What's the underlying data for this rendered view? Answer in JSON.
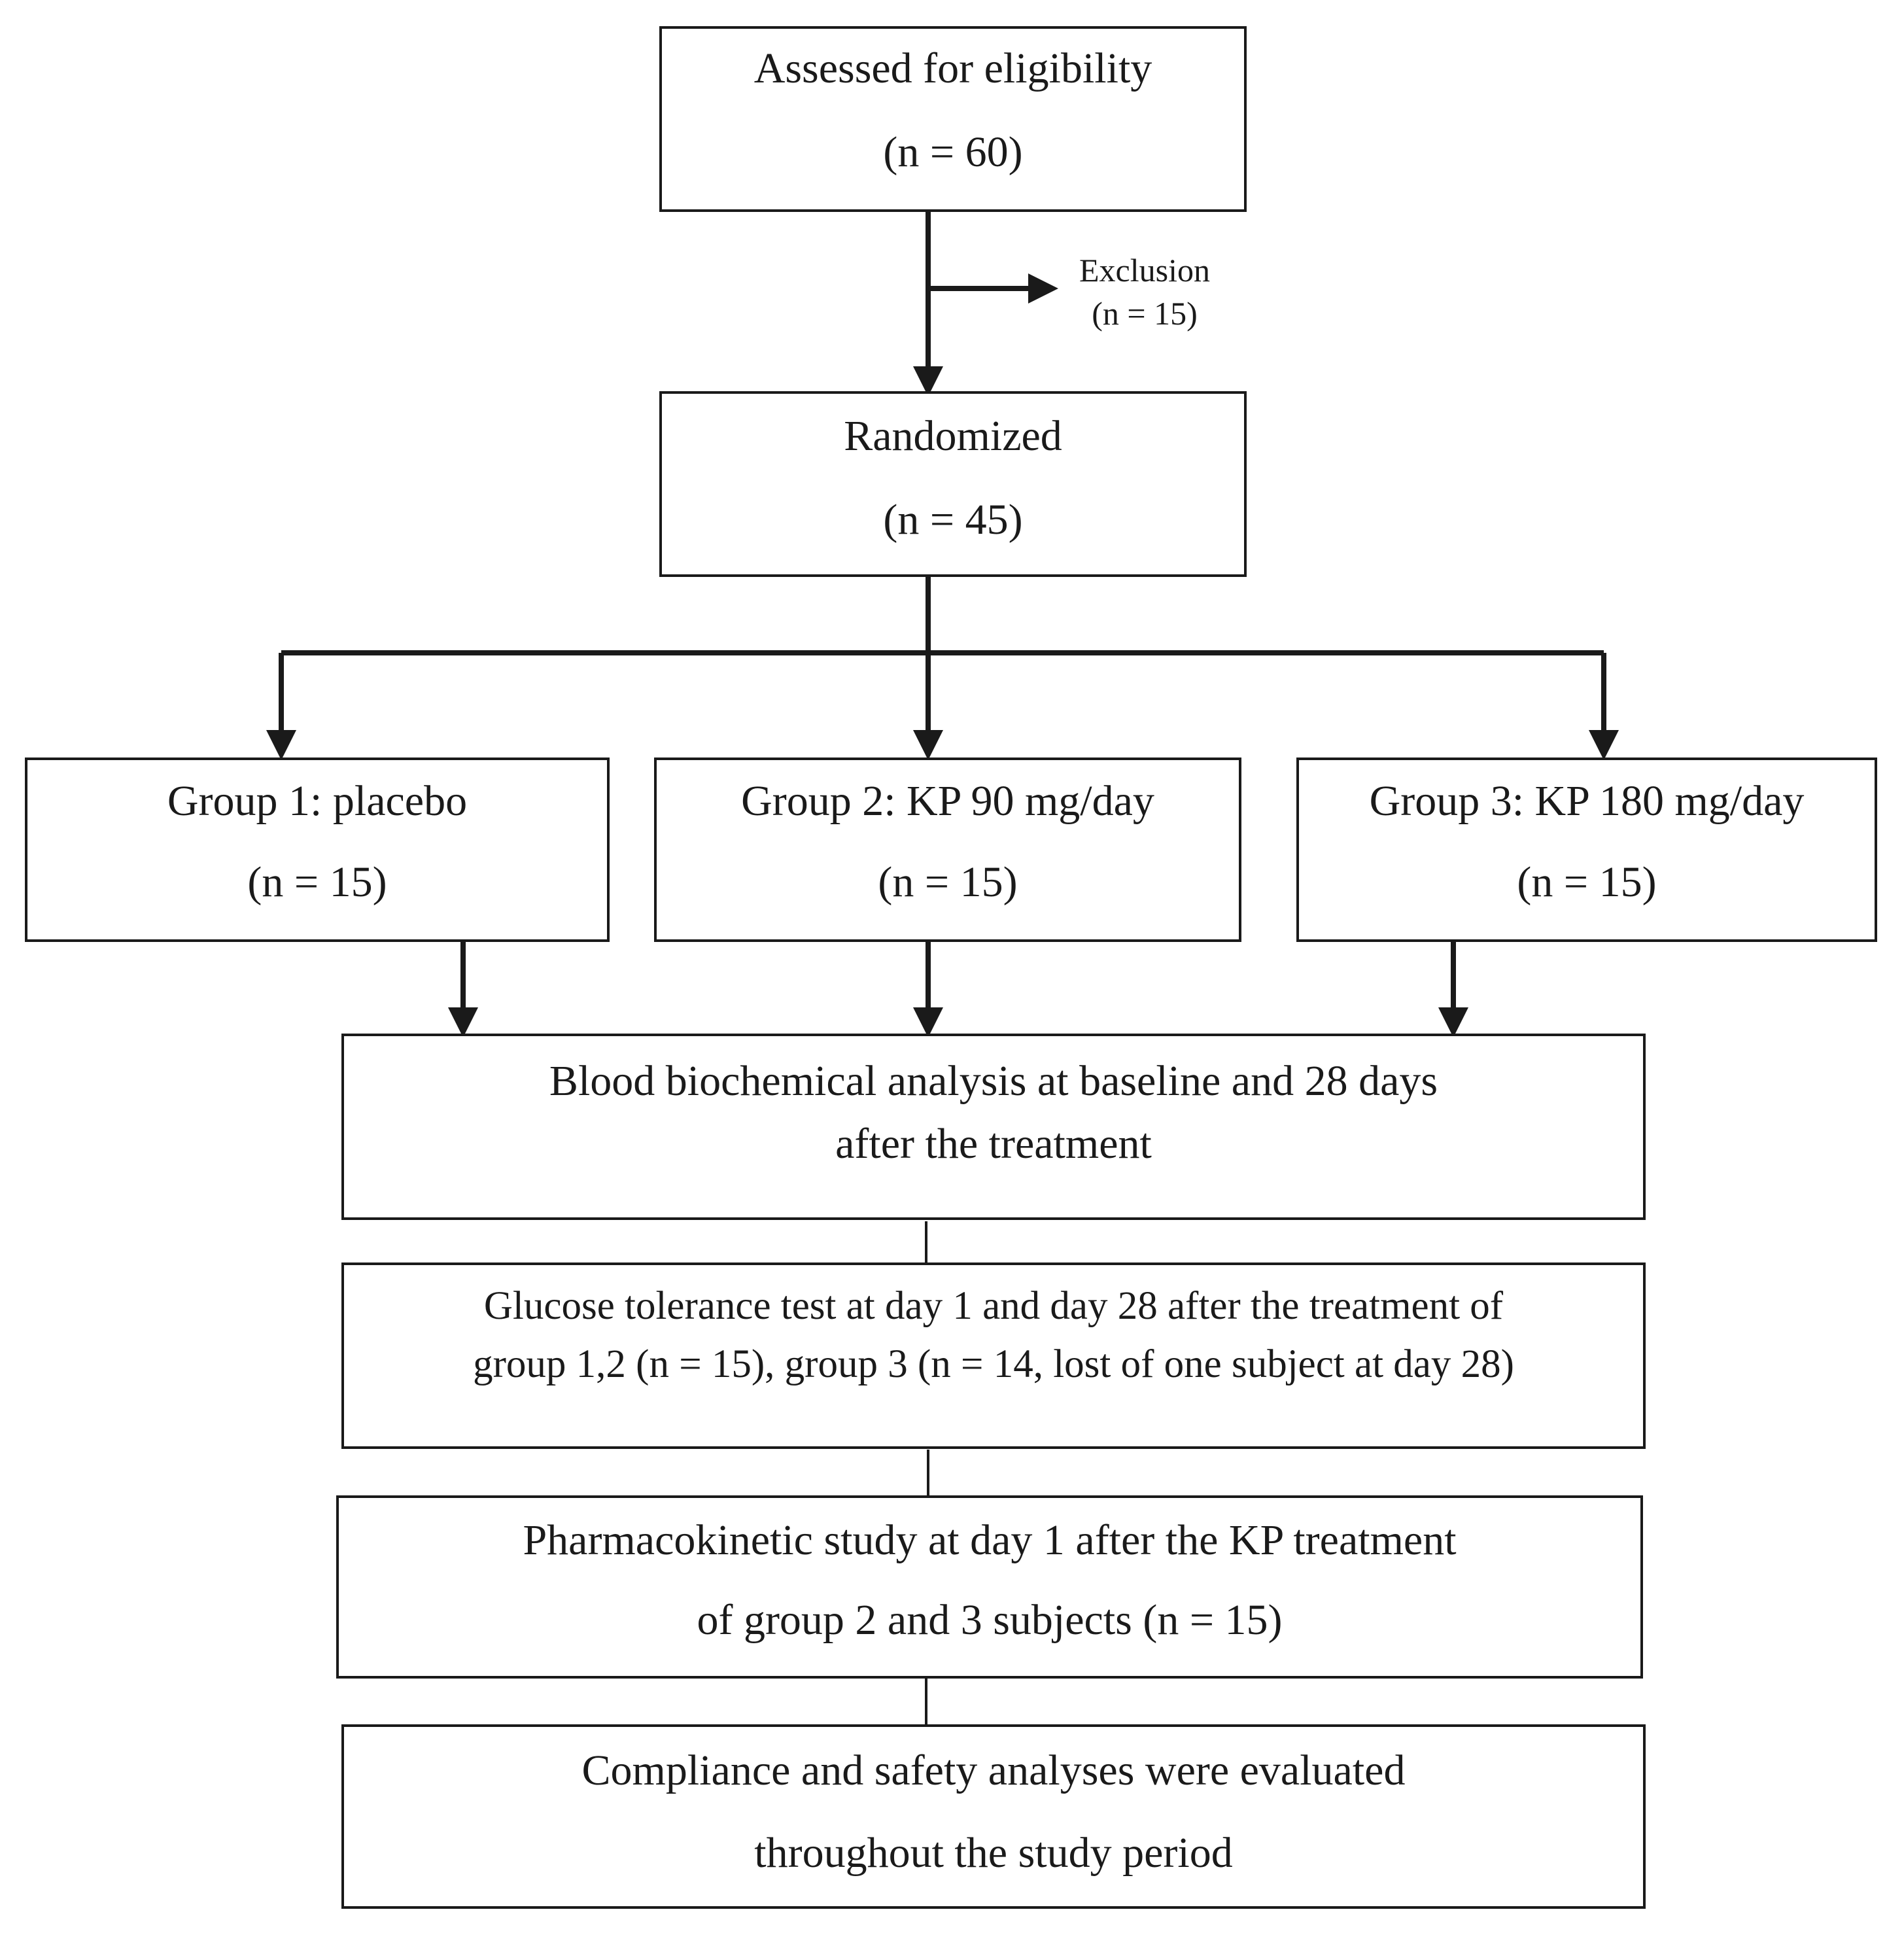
{
  "assessed": {
    "title": "Assessed for eligibility",
    "count": "(n = 60)"
  },
  "exclusion": {
    "label": "Exclusion",
    "count": "(n = 15)"
  },
  "randomized": {
    "title": "Randomized",
    "count": "(n = 45)"
  },
  "groups": [
    {
      "title": "Group 1: placebo",
      "count": "(n = 15)"
    },
    {
      "title": "Group 2: KP 90 mg/day",
      "count": "(n = 15)"
    },
    {
      "title": "Group 3: KP 180 mg/day",
      "count": "(n = 15)"
    }
  ],
  "blood": {
    "line1": "Blood biochemical analysis at baseline and 28 days",
    "line2": "after the treatment"
  },
  "glucose": {
    "line1": "Glucose tolerance test at day 1 and day 28 after the treatment of",
    "line2": "group 1,2 (n = 15), group 3 (n = 14, lost of one subject at day 28)"
  },
  "pharmaco": {
    "line1": "Pharmacokinetic study at day 1 after the KP treatment",
    "line2": "of group 2 and 3 subjects (n = 15)"
  },
  "compliance": {
    "line1": "Compliance and safety analyses were evaluated",
    "line2": "throughout the study period"
  }
}
